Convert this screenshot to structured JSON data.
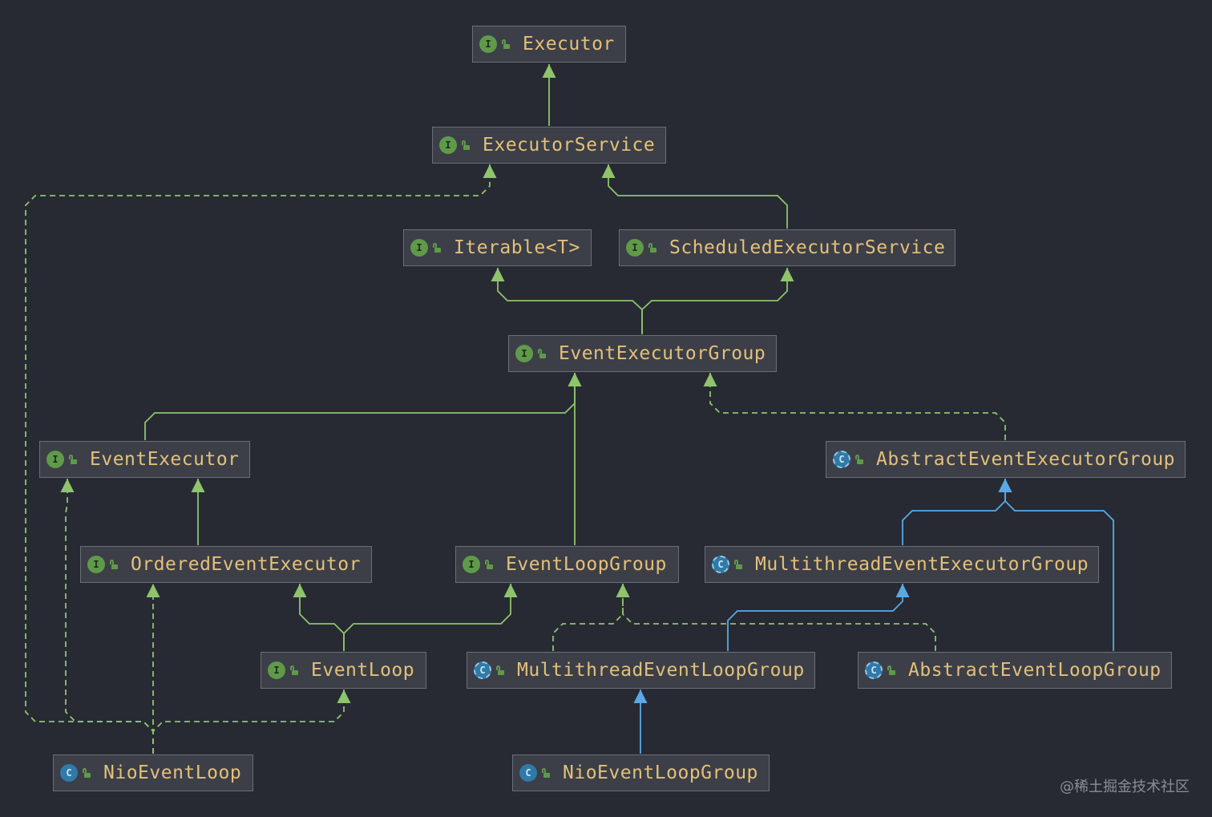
{
  "nodes": [
    {
      "id": "executor",
      "label": "Executor",
      "kind": "interface",
      "kind_glyph": "I"
    },
    {
      "id": "executorService",
      "label": "ExecutorService",
      "kind": "interface",
      "kind_glyph": "I"
    },
    {
      "id": "iterable",
      "label": "Iterable<T>",
      "kind": "interface",
      "kind_glyph": "I"
    },
    {
      "id": "scheduledExecutorService",
      "label": "ScheduledExecutorService",
      "kind": "interface",
      "kind_glyph": "I"
    },
    {
      "id": "eventExecutorGroup",
      "label": "EventExecutorGroup",
      "kind": "interface",
      "kind_glyph": "I"
    },
    {
      "id": "eventExecutor",
      "label": "EventExecutor",
      "kind": "interface",
      "kind_glyph": "I"
    },
    {
      "id": "abstractEventExecutorGroup",
      "label": "AbstractEventExecutorGroup",
      "kind": "abstract",
      "kind_glyph": "C"
    },
    {
      "id": "orderedEventExecutor",
      "label": "OrderedEventExecutor",
      "kind": "interface",
      "kind_glyph": "I"
    },
    {
      "id": "eventLoopGroup",
      "label": "EventLoopGroup",
      "kind": "interface",
      "kind_glyph": "I"
    },
    {
      "id": "multithreadEventExecutorGroup",
      "label": "MultithreadEventExecutorGroup",
      "kind": "abstract",
      "kind_glyph": "C"
    },
    {
      "id": "eventLoop",
      "label": "EventLoop",
      "kind": "interface",
      "kind_glyph": "I"
    },
    {
      "id": "multithreadEventLoopGroup",
      "label": "MultithreadEventLoopGroup",
      "kind": "abstract",
      "kind_glyph": "C"
    },
    {
      "id": "abstractEventLoopGroup",
      "label": "AbstractEventLoopGroup",
      "kind": "abstract",
      "kind_glyph": "C"
    },
    {
      "id": "nioEventLoop",
      "label": "NioEventLoop",
      "kind": "class",
      "kind_glyph": "C"
    },
    {
      "id": "nioEventLoopGroup",
      "label": "NioEventLoopGroup",
      "kind": "class",
      "kind_glyph": "C"
    }
  ],
  "edges": [
    {
      "from": "executorService",
      "to": "executor",
      "type": "extends"
    },
    {
      "from": "scheduledExecutorService",
      "to": "executorService",
      "type": "extends"
    },
    {
      "from": "eventExecutorGroup",
      "to": "iterable",
      "type": "extends"
    },
    {
      "from": "eventExecutorGroup",
      "to": "scheduledExecutorService",
      "type": "extends"
    },
    {
      "from": "eventExecutor",
      "to": "eventExecutorGroup",
      "type": "extends"
    },
    {
      "from": "eventLoopGroup",
      "to": "eventExecutorGroup",
      "type": "extends"
    },
    {
      "from": "abstractEventExecutorGroup",
      "to": "eventExecutorGroup",
      "type": "implements"
    },
    {
      "from": "orderedEventExecutor",
      "to": "eventExecutor",
      "type": "extends"
    },
    {
      "from": "multithreadEventExecutorGroup",
      "to": "abstractEventExecutorGroup",
      "type": "class-extends"
    },
    {
      "from": "abstractEventLoopGroup",
      "to": "abstractEventExecutorGroup",
      "type": "class-extends"
    },
    {
      "from": "eventLoop",
      "to": "orderedEventExecutor",
      "type": "extends"
    },
    {
      "from": "eventLoop",
      "to": "eventLoopGroup",
      "type": "extends"
    },
    {
      "from": "multithreadEventLoopGroup",
      "to": "eventLoopGroup",
      "type": "implements"
    },
    {
      "from": "abstractEventLoopGroup",
      "to": "eventLoopGroup",
      "type": "implements"
    },
    {
      "from": "multithreadEventLoopGroup",
      "to": "multithreadEventExecutorGroup",
      "type": "class-extends"
    },
    {
      "from": "nioEventLoopGroup",
      "to": "multithreadEventLoopGroup",
      "type": "class-extends"
    },
    {
      "from": "nioEventLoop",
      "to": "eventLoop",
      "type": "implements"
    },
    {
      "from": "nioEventLoop",
      "to": "orderedEventExecutor",
      "type": "implements"
    },
    {
      "from": "nioEventLoop",
      "to": "eventExecutor",
      "type": "implements"
    },
    {
      "from": "nioEventLoop",
      "to": "executorService",
      "type": "implements"
    }
  ],
  "colors": {
    "extends": "#8fc46c",
    "implements": "#8fc46c",
    "class-extends": "#5aa9e6"
  },
  "watermark": "@稀土掘金技术社区"
}
